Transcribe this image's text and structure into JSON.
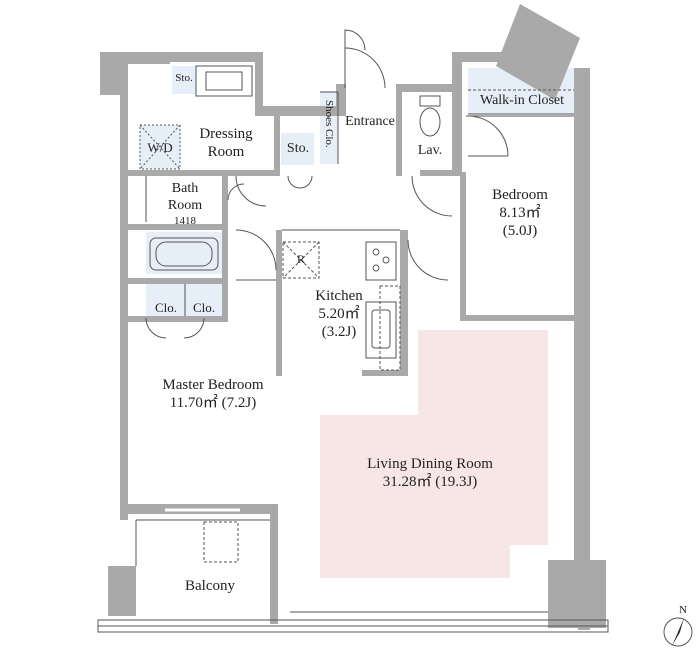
{
  "colors": {
    "wall": "#a9a9a9",
    "living_highlight": "#f7e6e6",
    "closet_fill": "#e6eef7",
    "line": "#555555"
  },
  "rooms": {
    "storage_top": "Sto.",
    "wd": "W/D",
    "dressing_room": [
      "Dressing",
      "Room"
    ],
    "storage_mid": "Sto.",
    "shoes_closet": "Shoes Clo.",
    "entrance": "Entrance",
    "lavatory": "Lav.",
    "walk_in_closet": "Walk-in Closet",
    "bedroom": {
      "name": "Bedroom",
      "area": "8.13㎡",
      "size": "(5.0J)"
    },
    "bath_room": {
      "name": [
        "Bath",
        "Room"
      ],
      "code": "1418"
    },
    "refrigerator": "R",
    "kitchen": {
      "name": "Kitchen",
      "area": "5.20㎡",
      "size": "(3.2J)"
    },
    "closet_1": "Clo.",
    "closet_2": "Clo.",
    "master_bedroom": {
      "name": "Master Bedroom",
      "area": "11.70㎡ (7.2J)"
    },
    "living_dining_room": {
      "name": "Living Dining Room",
      "area": "31.28㎡ (19.3J)"
    },
    "balcony": "Balcony"
  },
  "compass": {
    "label": "N",
    "icon": "north-arrow-icon"
  }
}
